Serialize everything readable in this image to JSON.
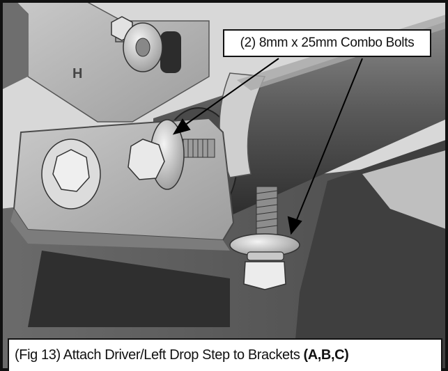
{
  "figure": {
    "callout_label": "(2) 8mm x 25mm Combo Bolts",
    "part_letter": "H",
    "caption_text": "(Fig 13) Attach Driver/Left Drop Step to Brackets",
    "caption_bold": "(A,B,C)"
  }
}
